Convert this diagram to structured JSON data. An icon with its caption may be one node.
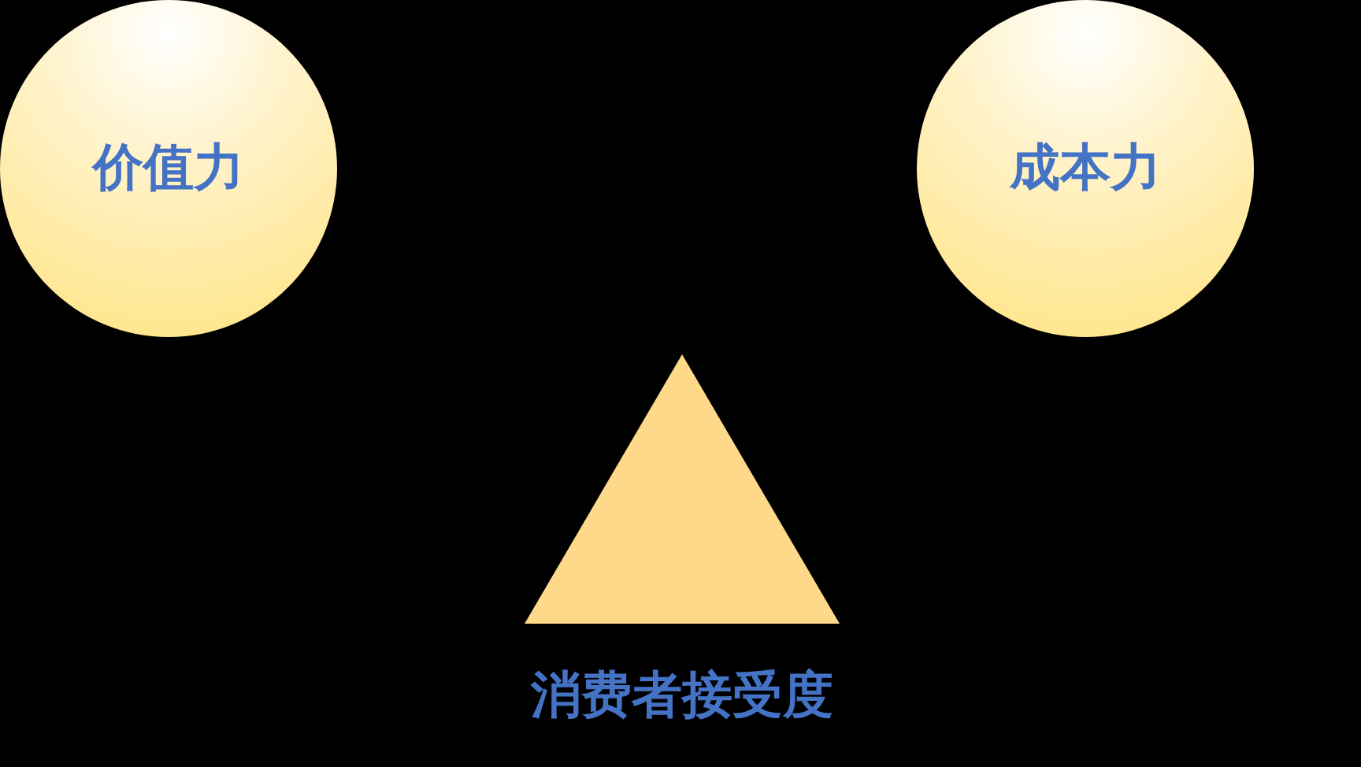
{
  "diagram": {
    "nodes": [
      {
        "text": [
          "价值力"
        ]
      },
      {
        "text": [
          "成本力"
        ]
      },
      {
        "text": [],
        "shape": "triangle",
        "beside": [
          "消费者接受度"
        ]
      }
    ]
  }
}
